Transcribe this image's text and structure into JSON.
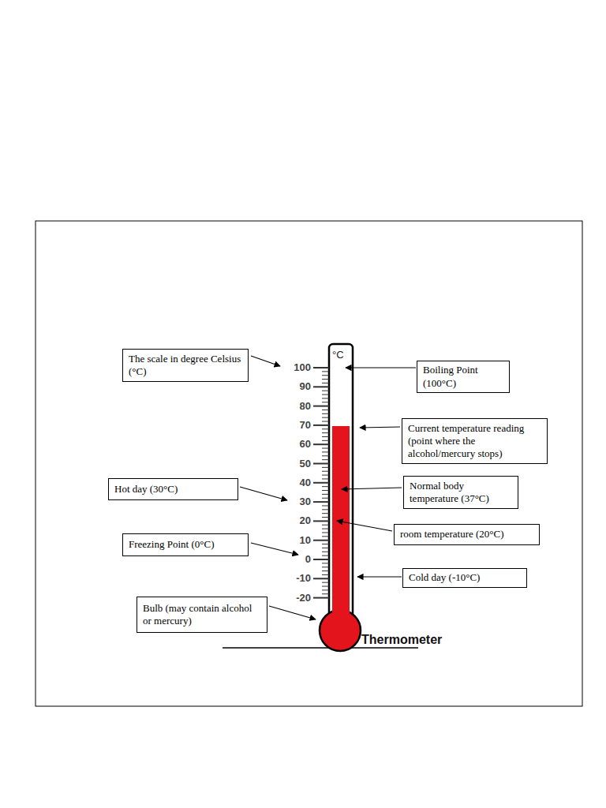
{
  "diagram": {
    "nodes": [
      {
        "text": [
          "The scale in degree Celsius (°C)"
        ]
      },
      {
        "text": [
          "Boiling Point (100°C)"
        ]
      },
      {
        "text": [
          "Current temperature reading (point where the alcohol/mercury stops)"
        ]
      },
      {
        "text": [
          "Normal body temperature (37°C)"
        ]
      },
      {
        "text": [
          "Hot day (30°C)"
        ]
      },
      {
        "text": [
          "room temperature (20°C)"
        ]
      },
      {
        "text": [
          "Freezing Point (0°C)"
        ]
      },
      {
        "text": [
          "Cold day (-10°C)"
        ]
      },
      {
        "text": [
          "Bulb (may contain alcohol or mercury)"
        ]
      }
    ],
    "labels": [
      "°C",
      "100",
      "90",
      "80",
      "70",
      "60",
      "50",
      "40",
      "30",
      "20",
      "10",
      "0",
      "-10",
      "-20",
      "Thermometer"
    ]
  }
}
